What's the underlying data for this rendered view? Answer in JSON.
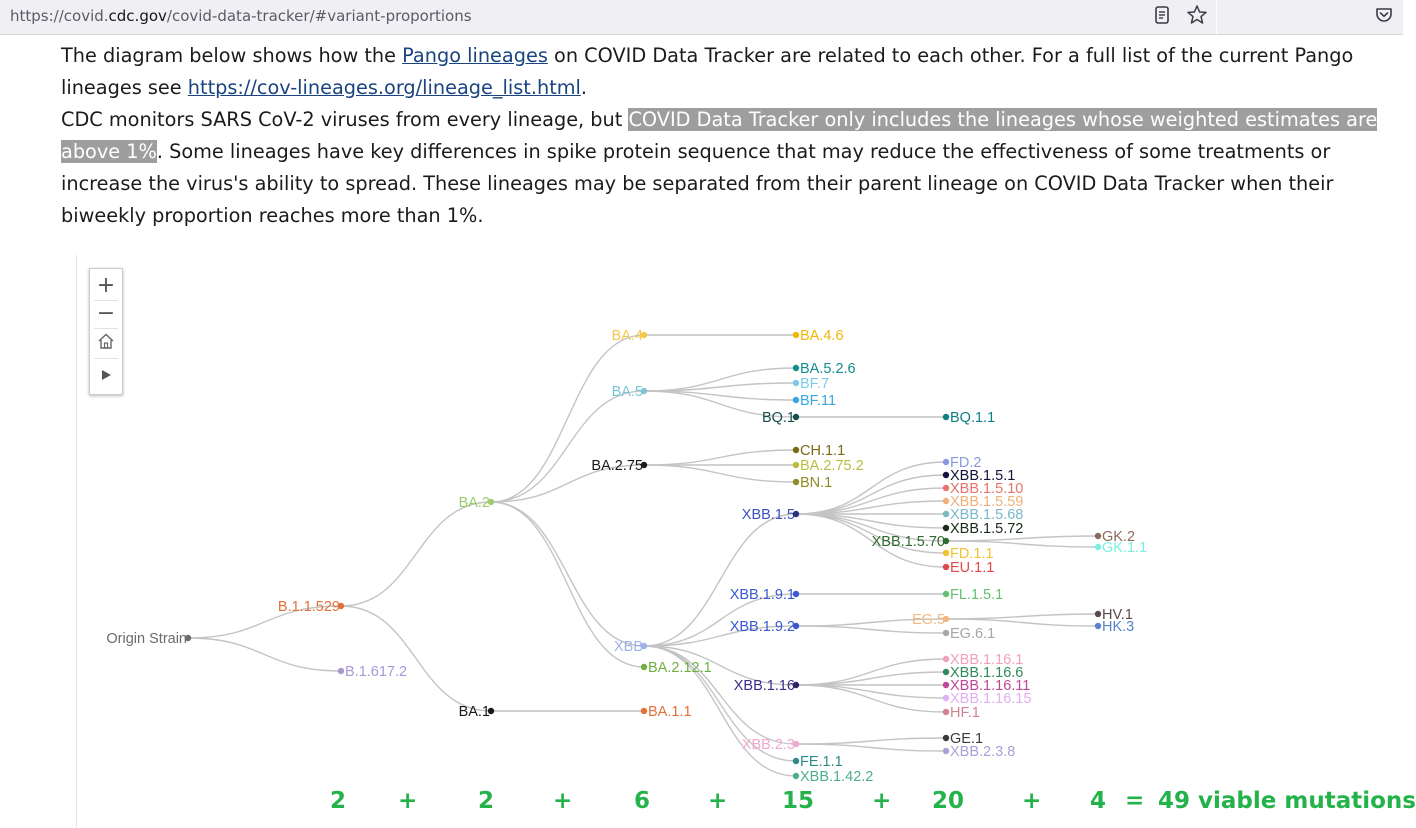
{
  "browser": {
    "url_prefix": "https://covid.",
    "url_domain": "cdc.gov",
    "url_suffix": "/covid-data-tracker/#variant-proportions",
    "icons": [
      "reader-view-icon",
      "bookmark-star-icon",
      "pocket-icon"
    ]
  },
  "article": {
    "p1_before": "The diagram below shows how the ",
    "p1_link": "Pango lineages",
    "p1_mid": " on COVID Data Tracker are related to each other. For a full list of the current Pango lineages see ",
    "p1_url": "https://cov-lineages.org/lineage_list.html",
    "p1_end": ".",
    "p2_before": "CDC monitors SARS CoV-2 viruses from every lineage, but ",
    "p2_highlight": "COVID Data Tracker only includes the lineages whose weighted estimates are above 1%",
    "p2_after": ". Some lineages have key differences in spike protein sequence that may reduce the effectiveness of some treatments or increase the virus's ability to spread. These lineages may be separated from their parent lineage on COVID Data Tracker when their biweekly proportion reaches more than 1%."
  },
  "controls": {
    "zoom_in": "+",
    "zoom_out": "−",
    "home_icon": "home-icon",
    "play_icon": "play-icon"
  },
  "equation": [
    "2",
    "+",
    "2",
    "+",
    "6",
    "+",
    "15",
    "+",
    "20",
    "+",
    "4",
    "=",
    "49 viable mutations"
  ],
  "colors": {
    "link": "#1a4480",
    "highlight": "#9e9e9e",
    "equation": "#24b24a",
    "branch": "#c4c4c4"
  },
  "tree": {
    "nodes": [
      {
        "id": "origin",
        "label": "Origin Strain",
        "color": "#6b6b6b",
        "dot": "#6b6b6b",
        "parent": null,
        "side": "left"
      },
      {
        "id": "b11529",
        "label": "B.1.1.529",
        "color": "#e2703a",
        "dot": "#e2703a",
        "parent": "origin",
        "side": "left"
      },
      {
        "id": "b16172",
        "label": "B.1.617.2",
        "color": "#a898d4",
        "dot": "#a898d4",
        "parent": "origin",
        "side": "right"
      },
      {
        "id": "ba2",
        "label": "BA.2",
        "color": "#9acd6e",
        "dot": "#9acd6e",
        "parent": "b11529",
        "side": "left"
      },
      {
        "id": "ba1",
        "label": "BA.1",
        "color": "#1b1b1b",
        "dot": "#1b1b1b",
        "parent": "b11529",
        "side": "left"
      },
      {
        "id": "ba4",
        "label": "BA.4",
        "color": "#f2c94c",
        "dot": "#f2c94c",
        "parent": "ba2",
        "side": "left"
      },
      {
        "id": "ba5",
        "label": "BA.5",
        "color": "#7cc6d8",
        "dot": "#7cc6d8",
        "parent": "ba2",
        "side": "left"
      },
      {
        "id": "ba275",
        "label": "BA.2.75",
        "color": "#1b1b1b",
        "dot": "#1b1b1b",
        "parent": "ba2",
        "side": "left"
      },
      {
        "id": "xbb",
        "label": "XBB",
        "color": "#9bb3e6",
        "dot": "#9bb3e6",
        "parent": "ba2",
        "side": "left"
      },
      {
        "id": "ba2121",
        "label": "BA.2.12.1",
        "color": "#6fb040",
        "dot": "#6fb040",
        "parent": "ba2",
        "side": "right"
      },
      {
        "id": "ba11",
        "label": "BA.1.1",
        "color": "#e2703a",
        "dot": "#e2703a",
        "parent": "ba1",
        "side": "right"
      },
      {
        "id": "ba46",
        "label": "BA.4.6",
        "color": "#f2b705",
        "dot": "#f2b705",
        "parent": "ba4",
        "side": "right"
      },
      {
        "id": "ba526",
        "label": "BA.5.2.6",
        "color": "#128c8c",
        "dot": "#128c8c",
        "parent": "ba5",
        "side": "right"
      },
      {
        "id": "bf7",
        "label": "BF.7",
        "color": "#7ec9ea",
        "dot": "#7ec9ea",
        "parent": "ba5",
        "side": "right"
      },
      {
        "id": "bf11",
        "label": "BF.11",
        "color": "#3aa5e0",
        "dot": "#3aa5e0",
        "parent": "ba5",
        "side": "right"
      },
      {
        "id": "bq1",
        "label": "BQ.1",
        "color": "#16504d",
        "dot": "#16504d",
        "parent": "ba5",
        "side": "left"
      },
      {
        "id": "bq11",
        "label": "BQ.1.1",
        "color": "#0f7f86",
        "dot": "#0f7f86",
        "parent": "bq1",
        "side": "right"
      },
      {
        "id": "ch11",
        "label": "CH.1.1",
        "color": "#7a6a14",
        "dot": "#7a6a14",
        "parent": "ba275",
        "side": "right"
      },
      {
        "id": "ba2752",
        "label": "BA.2.75.2",
        "color": "#b8bf3e",
        "dot": "#b8bf3e",
        "parent": "ba275",
        "side": "right"
      },
      {
        "id": "bn1",
        "label": "BN.1",
        "color": "#8e8a26",
        "dot": "#8e8a26",
        "parent": "ba275",
        "side": "right"
      },
      {
        "id": "xbb15",
        "label": "XBB.1.5",
        "color": "#3d4fc0",
        "dot": "#2a2f80",
        "parent": "xbb",
        "side": "left"
      },
      {
        "id": "xbb191",
        "label": "XBB.1.9.1",
        "color": "#3b57d1",
        "dot": "#3b57d1",
        "parent": "xbb",
        "side": "left"
      },
      {
        "id": "xbb192",
        "label": "XBB.1.9.2",
        "color": "#3b57d1",
        "dot": "#3b57d1",
        "parent": "xbb",
        "side": "left"
      },
      {
        "id": "xbb116",
        "label": "XBB.1.16",
        "color": "#3a2e8a",
        "dot": "#2a2266",
        "parent": "xbb",
        "side": "left"
      },
      {
        "id": "xbb23",
        "label": "XBB.2.3",
        "color": "#f0a8d0",
        "dot": "#f0a8d0",
        "parent": "xbb",
        "side": "left"
      },
      {
        "id": "fe11",
        "label": "FE.1.1",
        "color": "#2e8a8a",
        "dot": "#2e8a8a",
        "parent": "xbb",
        "side": "right"
      },
      {
        "id": "xbb1422",
        "label": "XBB.1.42.2",
        "color": "#4fb088",
        "dot": "#4fb088",
        "parent": "xbb",
        "side": "right"
      },
      {
        "id": "fd2",
        "label": "FD.2",
        "color": "#8899dd",
        "dot": "#8899dd",
        "parent": "xbb15",
        "side": "right"
      },
      {
        "id": "xbb151",
        "label": "XBB.1.5.1",
        "color": "#12123a",
        "dot": "#12123a",
        "parent": "xbb15",
        "side": "right"
      },
      {
        "id": "xbb1510",
        "label": "XBB.1.5.10",
        "color": "#e8736a",
        "dot": "#e8736a",
        "parent": "xbb15",
        "side": "right"
      },
      {
        "id": "xbb1559",
        "label": "XBB.1.5.59",
        "color": "#f0b07a",
        "dot": "#f0b07a",
        "parent": "xbb15",
        "side": "right"
      },
      {
        "id": "xbb1568",
        "label": "XBB.1.5.68",
        "color": "#7ab8c8",
        "dot": "#7ab8c8",
        "parent": "xbb15",
        "side": "right"
      },
      {
        "id": "xbb1572",
        "label": "XBB.1.5.72",
        "color": "#1b2a1b",
        "dot": "#1b2a1b",
        "parent": "xbb15",
        "side": "right"
      },
      {
        "id": "xbb1570",
        "label": "XBB.1.5.70",
        "color": "#2e6b2e",
        "dot": "#2e6b2e",
        "parent": "xbb15",
        "side": "left"
      },
      {
        "id": "fd11",
        "label": "FD.1.1",
        "color": "#f2c230",
        "dot": "#f2c230",
        "parent": "xbb15",
        "side": "right"
      },
      {
        "id": "eu11",
        "label": "EU.1.1",
        "color": "#e04848",
        "dot": "#e04848",
        "parent": "xbb15",
        "side": "right"
      },
      {
        "id": "gk2",
        "label": "GK.2",
        "color": "#8a6a5a",
        "dot": "#8a6a5a",
        "parent": "xbb1570",
        "side": "right"
      },
      {
        "id": "gk11",
        "label": "GK.1.1",
        "color": "#7cf0e0",
        "dot": "#7cf0e0",
        "parent": "xbb1570",
        "side": "right"
      },
      {
        "id": "fl151",
        "label": "FL.1.5.1",
        "color": "#66c070",
        "dot": "#66c070",
        "parent": "xbb191",
        "side": "right"
      },
      {
        "id": "eg5",
        "label": "EG.5",
        "color": "#f2b880",
        "dot": "#f2b880",
        "parent": "xbb192",
        "side": "left"
      },
      {
        "id": "eg61",
        "label": "EG.6.1",
        "color": "#a6a6a6",
        "dot": "#a6a6a6",
        "parent": "xbb192",
        "side": "right"
      },
      {
        "id": "hv1",
        "label": "HV.1",
        "color": "#5a4a4a",
        "dot": "#5a4a4a",
        "parent": "eg5",
        "side": "right"
      },
      {
        "id": "hk3",
        "label": "HK.3",
        "color": "#5a84c8",
        "dot": "#5a84c8",
        "parent": "eg5",
        "side": "right"
      },
      {
        "id": "xbb1161",
        "label": "XBB.1.16.1",
        "color": "#f0a0b8",
        "dot": "#f0a0b8",
        "parent": "xbb116",
        "side": "right"
      },
      {
        "id": "xbb1166",
        "label": "XBB.1.16.6",
        "color": "#2e8a5a",
        "dot": "#2e8a5a",
        "parent": "xbb116",
        "side": "right"
      },
      {
        "id": "xbb11611",
        "label": "XBB.1.16.11",
        "color": "#c04898",
        "dot": "#c04898",
        "parent": "xbb116",
        "side": "right"
      },
      {
        "id": "xbb11615",
        "label": "XBB.1.16.15",
        "color": "#e0b0f0",
        "dot": "#e0b0f0",
        "parent": "xbb116",
        "side": "right"
      },
      {
        "id": "hf1",
        "label": "HF.1",
        "color": "#d08090",
        "dot": "#d08090",
        "parent": "xbb116",
        "side": "right"
      },
      {
        "id": "ge1",
        "label": "GE.1",
        "color": "#3a3a3a",
        "dot": "#3a3a3a",
        "parent": "xbb23",
        "side": "right"
      },
      {
        "id": "xbb238",
        "label": "XBB.2.3.8",
        "color": "#a8a0d8",
        "dot": "#a8a0d8",
        "parent": "xbb23",
        "side": "right"
      }
    ]
  }
}
